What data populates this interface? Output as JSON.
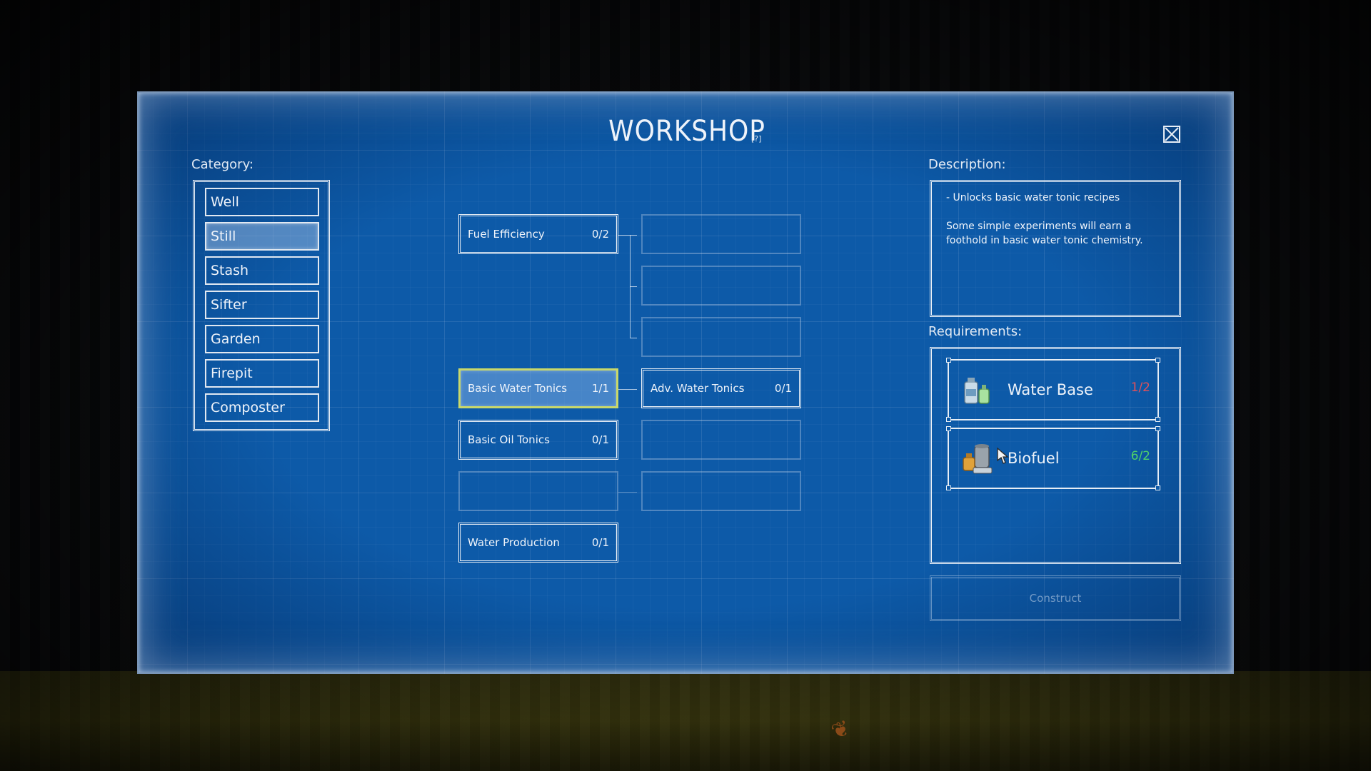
{
  "workshop": {
    "title": "WORKSHOP",
    "help_label": "[?]",
    "colors": {
      "panel": "#0d5aa8",
      "chalk": "#e8eef6",
      "selected_border": "#c9d86a",
      "insufficient": "#e0505a",
      "sufficient": "#4fd06a"
    }
  },
  "category": {
    "label": "Category:",
    "selected": "Still",
    "items": [
      "Well",
      "Still",
      "Stash",
      "Sifter",
      "Garden",
      "Firepit",
      "Composter"
    ]
  },
  "tree": {
    "nodes": [
      {
        "label": "Fuel Efficiency",
        "count": "0/2"
      },
      {
        "label": "Basic Water Tonics",
        "count": "1/1"
      },
      {
        "label": "Adv. Water Tonics",
        "count": "0/1"
      },
      {
        "label": "Basic Oil Tonics",
        "count": "0/1"
      },
      {
        "label": "Water Production",
        "count": "0/1"
      }
    ],
    "selected": "Basic Water Tonics"
  },
  "description": {
    "label": "Description:",
    "line1": "- Unlocks basic water tonic recipes",
    "line2": "Some simple experiments will earn a",
    "line3": "foothold in basic water tonic chemistry."
  },
  "requirements": {
    "label": "Requirements:",
    "items": [
      {
        "name": "Water Base",
        "count": "1/2",
        "status": "insufficient",
        "icon": "water-base-bottles-icon"
      },
      {
        "name": "Biofuel",
        "count": "6/2",
        "status": "sufficient",
        "icon": "biofuel-still-icon"
      }
    ]
  },
  "construct": {
    "label": "Construct",
    "enabled": false
  }
}
